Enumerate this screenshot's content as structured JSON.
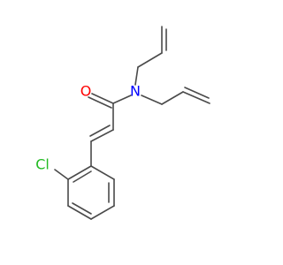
{
  "molecule": {
    "atoms": {
      "oxygen": {
        "label": "O",
        "color": "#ff0000"
      },
      "nitrogen": {
        "label": "N",
        "color": "#0000ff"
      },
      "chlorine": {
        "label": "Cl",
        "color": "#22bb22"
      }
    },
    "bond_color": "#4a4a4a",
    "background": "#ffffff"
  }
}
